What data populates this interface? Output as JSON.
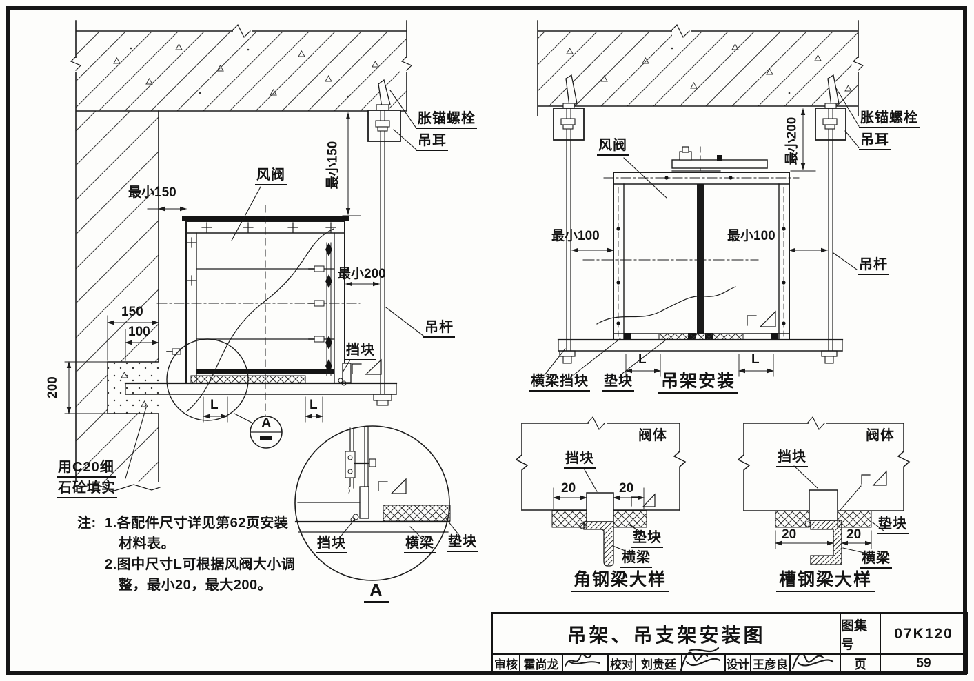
{
  "left_view": {
    "dim_min150_top": "最小150",
    "dim_min150_side": "最小150",
    "dim_min200": "最小200",
    "damper_label": "风阀",
    "anchor_bolt_label": "胀锚螺栓",
    "lug_label": "吊耳",
    "rod_label": "吊杆",
    "stop_label": "挡块",
    "dim_150": "150",
    "dim_100": "100",
    "dim_200": "200",
    "dim_L1": "L",
    "dim_L2": "L",
    "c20_note_line1": "用C20细",
    "c20_note_line2": "石砼填实",
    "callout_letter": "A"
  },
  "detail_a": {
    "stop_label": "挡块",
    "beam_label": "横梁",
    "pad_label": "垫块",
    "title": "A"
  },
  "notes": {
    "prefix": "注:",
    "line1": "1.各配件尺寸详见第62页安装",
    "line2": "材料表。",
    "line3": "2.图中尺寸L可根据风阀大小调",
    "line4": "整，最小20，最大200。"
  },
  "right_view": {
    "dim_min200": "最小200",
    "anchor_bolt_label": "胀锚螺栓",
    "lug_label": "吊耳",
    "damper_label": "风阀",
    "dim_min100_left": "最小100",
    "dim_min100_right": "最小100",
    "rod_label": "吊杆",
    "beam_label": "横梁",
    "stop_label": "挡块",
    "pad_label": "垫块",
    "dim_L1": "L",
    "dim_L2": "L",
    "title": "吊架安装"
  },
  "angle_detail": {
    "valve_label": "阀体",
    "stop_label": "挡块",
    "dim_left": "20",
    "dim_right": "20",
    "pad_label": "垫块",
    "beam_label": "横梁",
    "title": "角钢梁大样"
  },
  "channel_detail": {
    "valve_label": "阀体",
    "stop_label": "挡块",
    "dim_left": "20",
    "dim_right": "20",
    "pad_label": "垫块",
    "beam_label": "横梁",
    "title": "槽钢梁大样"
  },
  "title_block": {
    "drawing_title": "吊架、吊支架安装图",
    "atlas_label": "图集号",
    "atlas_number": "07K120",
    "review_label": "审核",
    "reviewer": "霍尚龙",
    "check_label": "校对",
    "checker": "刘贵廷",
    "design_label": "设计",
    "designer": "王彦良",
    "page_label": "页",
    "page_number": "59"
  }
}
